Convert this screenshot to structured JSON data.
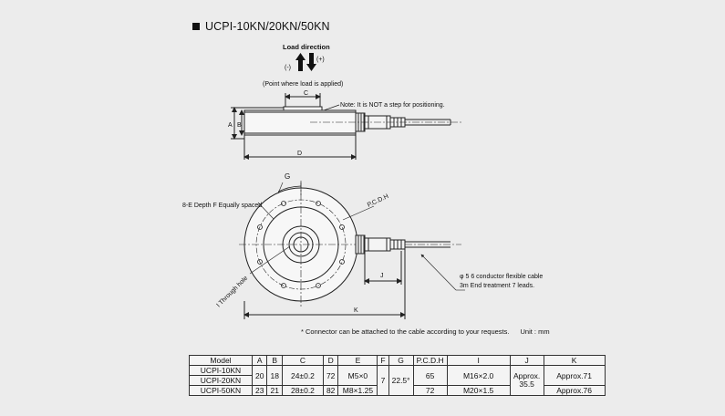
{
  "title": "UCPI-10KN/20KN/50KN",
  "load_direction": {
    "heading": "Load direction",
    "minus": "(-)",
    "plus": "(+)",
    "point_note": "(Point where load is applied)"
  },
  "side_view": {
    "label_c": "C",
    "label_a": "A",
    "label_b": "B",
    "label_d": "D",
    "note": "Note: It is NOT a step for positioning."
  },
  "top_view": {
    "label_g": "G",
    "label_e": "8-E Depth F Equally spaced",
    "label_pcd": "P.C.D.H",
    "label_i": "I Through hole",
    "label_j": "J",
    "label_k": "K",
    "cable_note_1": "φ 5 6 conductor flexible cable",
    "cable_note_2": "3m End treatment 7 leads."
  },
  "footnote": {
    "text": "* Connector can be attached to the cable according to your requests.",
    "unit": "Unit : mm"
  },
  "table": {
    "headers": [
      "Model",
      "A",
      "B",
      "C",
      "D",
      "E",
      "F",
      "G",
      "P.C.D.H",
      "I",
      "J",
      "K"
    ],
    "models": [
      "UCPI-10KN",
      "UCPI-20KN",
      "UCPI-50KN"
    ],
    "a_1": "20",
    "b_1": "18",
    "c_1": "24±0.2",
    "d_1": "72",
    "e_1": "M5×0",
    "a_2": "23",
    "b_2": "21",
    "c_2": "28±0.2",
    "d_2": "82",
    "e_2": "M8×1.25",
    "f": "7",
    "g": "22.5°",
    "pcd_1": "65",
    "pcd_2": "72",
    "i_1": "M16×2.0",
    "i_2": "M20×1.5",
    "j": "Approx. 35.5",
    "k_1": "Approx.71",
    "k_2": "Approx.76"
  },
  "colors": {
    "background": "#ececec",
    "line": "#222222"
  }
}
